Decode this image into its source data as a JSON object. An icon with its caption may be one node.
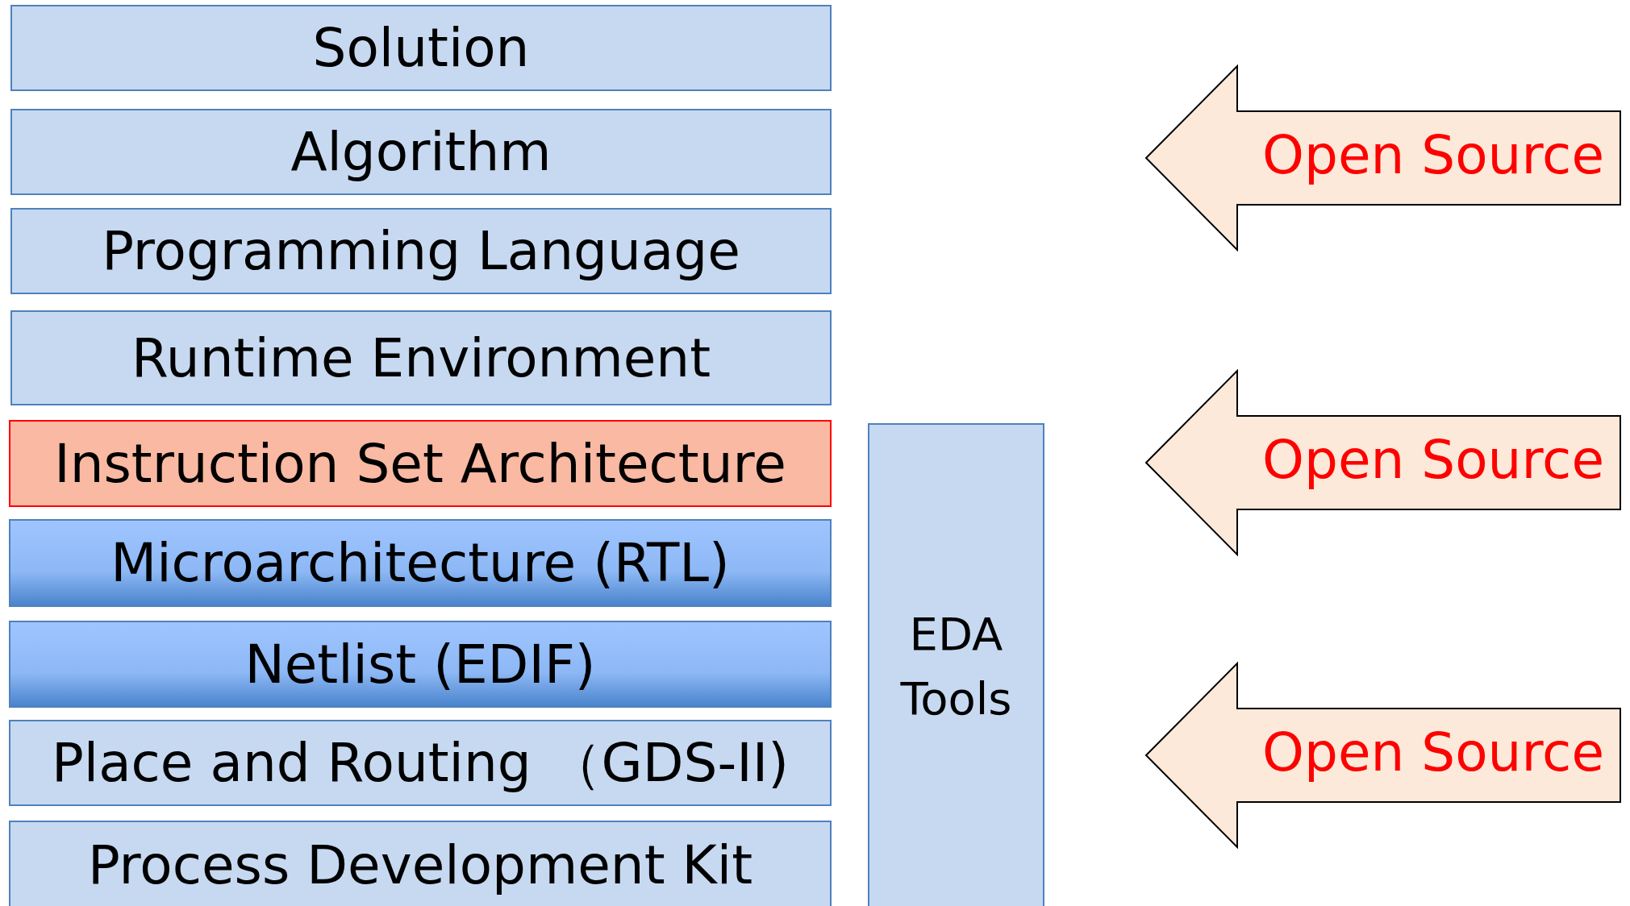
{
  "diagram": {
    "nodes": [
      {
        "text": [
          "Solution"
        ]
      },
      {
        "text": [
          "Algorithm"
        ]
      },
      {
        "text": [
          "Programming Language"
        ]
      },
      {
        "text": [
          "Runtime Environment"
        ]
      },
      {
        "text": [
          "Instruction Set Architecture"
        ]
      },
      {
        "text": [
          "Microarchitecture (RTL)"
        ]
      },
      {
        "text": [
          "Netlist (EDIF)"
        ]
      },
      {
        "text": [
          "Place and Routing （GDS-II)"
        ]
      },
      {
        "text": [
          "Process Development Kit"
        ]
      },
      {
        "text": [
          "EDA Tools"
        ]
      },
      {
        "text": [
          "Open Source"
        ]
      },
      {
        "text": [
          "Open Source"
        ]
      },
      {
        "text": [
          "Open Source"
        ]
      }
    ]
  }
}
